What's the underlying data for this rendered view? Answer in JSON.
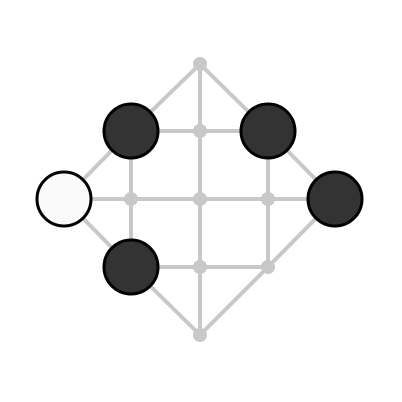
{
  "game": {
    "board_type": "diamond-grid",
    "colors": {
      "background": "#ffffff",
      "line": "#c8c8c8",
      "node": "#c8c8c8",
      "black_stone": "#333333",
      "white_stone": "#fafafa",
      "stone_outline": "#000000"
    },
    "stones": [
      {
        "node": "upper-left",
        "color": "black"
      },
      {
        "node": "upper-right",
        "color": "black"
      },
      {
        "node": "left",
        "color": "white"
      },
      {
        "node": "right",
        "color": "black"
      },
      {
        "node": "lower-left",
        "color": "black"
      }
    ],
    "empty_nodes": [
      "top",
      "upper-middle",
      "center-left",
      "center",
      "center-right",
      "lower-middle",
      "lower-right",
      "bottom"
    ]
  }
}
